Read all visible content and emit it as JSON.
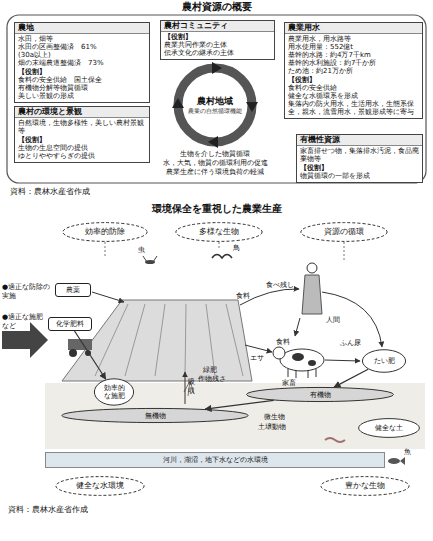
{
  "diagram": {
    "title": "農村資源の概要",
    "caption": "資料：農林水産省作成",
    "nodes": [
      {
        "text": [
          "農地",
          "水田，畑等",
          "水田の区画整備済　61%",
          "(30a以上)",
          "畑の末端農道整備済　73%",
          "【役割】",
          "食料の安全供給　国土保全",
          "有機物分解等物質循環",
          "美しい景観の形成"
        ]
      },
      {
        "text": [
          "農村コミュニティ",
          "【役割】",
          "農業共同作業の主体",
          "伝承文化の継承の主体"
        ]
      },
      {
        "text": [
          "農業用水",
          "農業用水，用水路等",
          "用水使用量：552億t",
          "基幹的水路：約4万7千km",
          "基幹的水利施設：約7千か所",
          "ため池：約21万か所",
          "【役割】",
          "食料の安全供給",
          "健全な水循環系を形成",
          "集落内の防火用水，生活用水，生態系保全，親水，流雪用水，景観形成等に寄与"
        ]
      },
      {
        "text": [
          "農村地域",
          "農業の自然循環機能"
        ]
      },
      {
        "text": [
          "農村の環境と景観",
          "自然環境，生物多様性，美しい農村景観等",
          "【役割】",
          "生物の生息空間の提供",
          "ゆとりややすらぎの提供"
        ]
      },
      {
        "text": [
          "有機性資源",
          "家畜排せつ物，集落排水汚泥，食品廃棄物等",
          "【役割】",
          "物質循環の一部を形成"
        ]
      },
      {
        "text": [
          "効率的防除"
        ]
      },
      {
        "text": [
          "多様な生物"
        ]
      },
      {
        "text": [
          "資源の循環"
        ]
      },
      {
        "text": [
          "農薬"
        ]
      },
      {
        "text": [
          "化学肥料"
        ]
      },
      {
        "text": [
          "効率的な施肥"
        ]
      },
      {
        "text": [
          "有機物"
        ]
      },
      {
        "text": [
          "無機物"
        ]
      },
      {
        "text": [
          "健全な土"
        ]
      },
      {
        "text": [
          "河川，湖沼，地下水などの水環境"
        ]
      },
      {
        "text": [
          "健全な水環境"
        ]
      },
      {
        "text": [
          "豊かな生物"
        ]
      },
      {
        "text": [
          "たい肥"
        ]
      }
    ],
    "edges": [
      {
        "from": 12,
        "to": 13,
        "arrow": "to"
      },
      {
        "from": 18,
        "to": 12,
        "arrow": "to"
      },
      {
        "from": 10,
        "to": 11,
        "arrow": "to"
      }
    ],
    "labels": [
      "生物を介した物質循環",
      "水，大気，物質の循環利用の促進",
      "農業生産に伴う環境負荷の軽減",
      "環境保全を重視した農業生産",
      "●適正な防除の実施",
      "●適正な施肥など",
      "虫",
      "鳥",
      "食料",
      "食べ残し",
      "人間",
      "食料",
      "エサ",
      "ふん尿",
      "家畜",
      "吸収",
      "緑肥",
      "作物残さ",
      "微生物",
      "土壌動物",
      "魚",
      "資料：農林水産省作成"
    ]
  }
}
